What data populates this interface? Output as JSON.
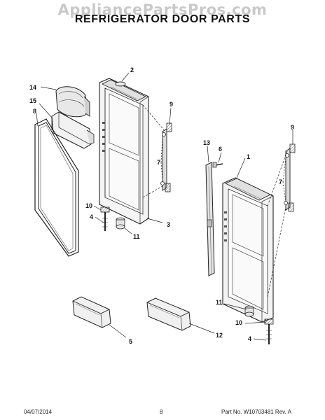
{
  "watermark": "AppliancePartsPros.com",
  "title": "REFRIGERATOR DOOR PARTS",
  "footer": {
    "date": "04/07/2014",
    "page": "8",
    "part_info": "Part No.  W10703481  Rev. A"
  },
  "callouts": {
    "c1": "1",
    "c2": "2",
    "c3": "3",
    "c4_left": "4",
    "c4_right": "4",
    "c5": "5",
    "c6": "6",
    "c7_left": "7",
    "c7_right": "7",
    "c8": "8",
    "c9_left": "9",
    "c9_right": "9",
    "c10_left": "10",
    "c10_right": "10",
    "c11_left": "11",
    "c11_right": "11",
    "c12": "12",
    "c13": "13",
    "c14": "14",
    "c15": "15"
  }
}
